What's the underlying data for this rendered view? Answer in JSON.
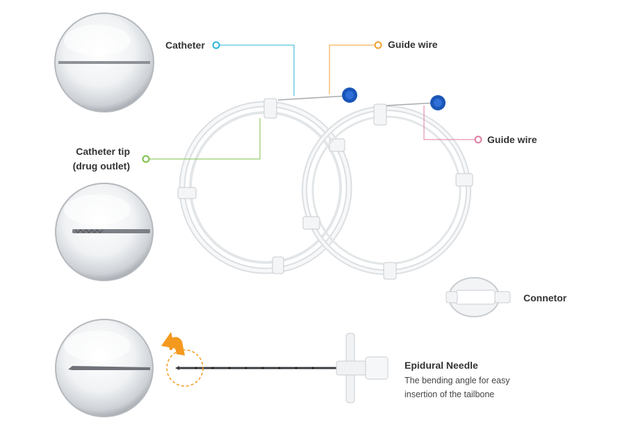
{
  "labels": {
    "catheter": "Catheter",
    "guide_wire_top": "Guide wire",
    "guide_wire_right": "Guide wire",
    "catheter_tip_line1": "Catheter tip",
    "catheter_tip_line2": "(drug outlet)",
    "connector": "Connetor",
    "needle_title": "Epidural Needle",
    "needle_desc_line1": "The bending angle for easy",
    "needle_desc_line2": "insertion of the tailbone"
  },
  "colors": {
    "catheter_marker": "#2bb3d6",
    "guide_wire_top_marker": "#f0a030",
    "guide_wire_right_marker": "#e07aa0",
    "catheter_tip_marker": "#7cc04a",
    "arrow": "#f39a1e",
    "wire_cap": "#1a56b8"
  },
  "icons": {
    "bend_arrow": "curved-arrow-icon"
  }
}
